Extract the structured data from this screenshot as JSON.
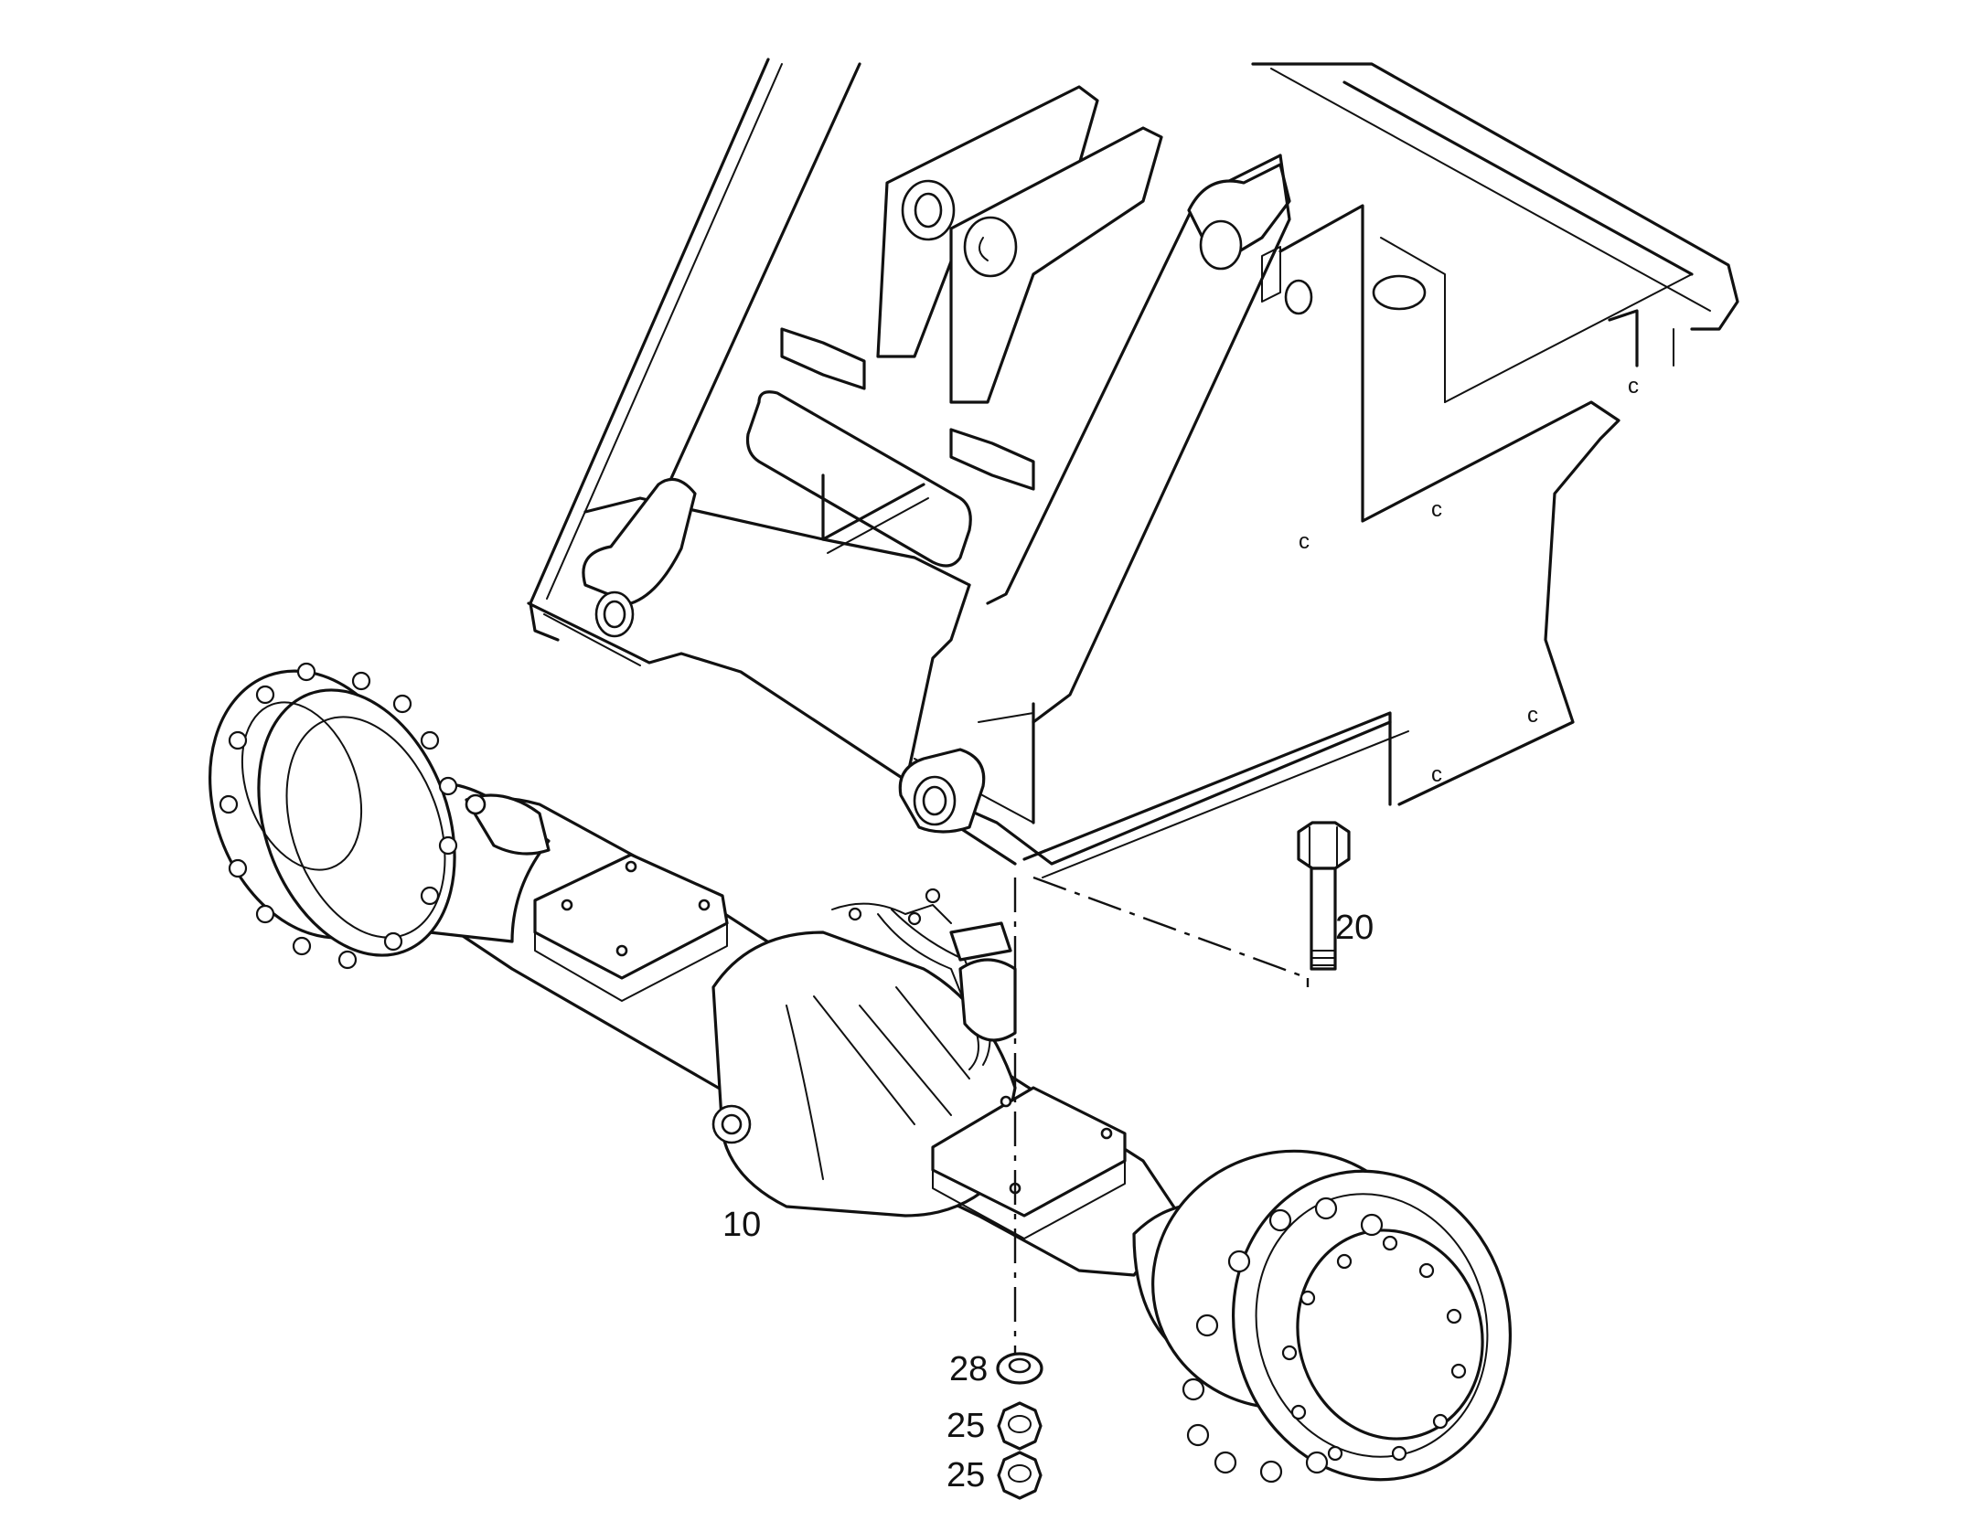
{
  "callouts": {
    "axle": "10",
    "bolt": "20",
    "washer": "28",
    "nut_upper": "25",
    "nut_lower": "25"
  }
}
